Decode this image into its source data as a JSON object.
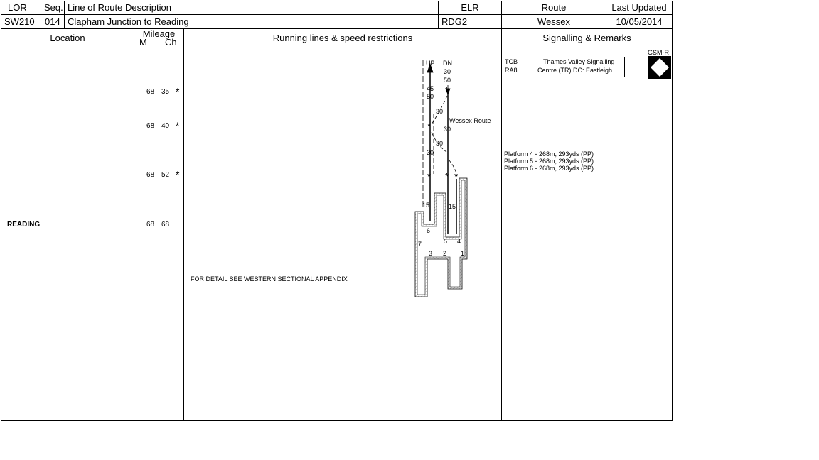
{
  "header": {
    "lor_label": "LOR",
    "seq_label": "Seq.",
    "desc_label": "Line of Route Description",
    "elr_label": "ELR",
    "route_label": "Route",
    "updated_label": "Last Updated",
    "lor_value": "SW210",
    "seq_value": "014",
    "desc_value": "Clapham Junction to Reading",
    "elr_value": "RDG2",
    "route_value": "Wessex",
    "updated_value": "10/05/2014"
  },
  "columns": {
    "location": "Location",
    "mileage": "Mileage",
    "m": "M",
    "ch": "Ch",
    "running": "Running lines & speed restrictions",
    "signalling": "Signalling & Remarks"
  },
  "rows": [
    {
      "m": "68",
      "ch": "35",
      "star": "*"
    },
    {
      "m": "68",
      "ch": "40",
      "star": "*"
    },
    {
      "m": "68",
      "ch": "52",
      "star": "*"
    },
    {
      "m": "68",
      "ch": "68",
      "star": "",
      "location": "READING"
    }
  ],
  "diagram": {
    "up": "UP",
    "dn": "DN",
    "up_speeds": [
      "45",
      "50"
    ],
    "dn_speeds": [
      "30",
      "50"
    ],
    "s30a": "30",
    "s30b": "30",
    "s30c": "30",
    "s30d": "30",
    "s15a": "15",
    "s15b": "15",
    "wessex": "Wessex Route",
    "star": "*",
    "plat6": "6",
    "plat7": "7",
    "plat5": "5",
    "plat4": "4",
    "plat3": "3",
    "plat2": "2",
    "plat1": "1",
    "detail_note": "FOR DETAIL SEE  WESTERN SECTIONAL APPENDIX"
  },
  "signalling": {
    "tcb": "TCB",
    "ra": "RA8",
    "box_line1": "Thames Valley Signalling",
    "box_line2": "Centre (TR)  DC: Eastleigh",
    "gsmr": "GSM-R",
    "platforms": [
      "Platform 4 - 268m, 293yds (PP)",
      "Platform 5 - 268m, 293yds (PP)",
      "Platform 6 - 268m, 293yds (PP)"
    ]
  }
}
